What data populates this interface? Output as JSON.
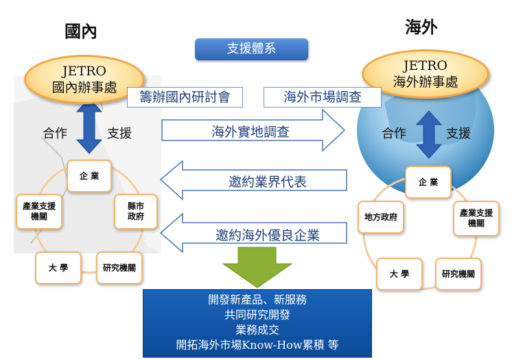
{
  "domestic": {
    "title": "國內",
    "jetro_line1": "JETRO",
    "jetro_line2": "國內辦事處",
    "cooperate": "合作",
    "support": "支援",
    "nodes": {
      "enterprise": "企 業",
      "local_gov_l1": "縣市",
      "local_gov_l2": "政府",
      "industry_support_l1": "產業支援",
      "industry_support_l2": "機關",
      "university": "大 學",
      "research": "研究機關"
    }
  },
  "overseas": {
    "title": "海外",
    "jetro_line1": "JETRO",
    "jetro_line2": "海外辦事處",
    "cooperate": "合作",
    "support": "支援",
    "nodes": {
      "enterprise": "企 業",
      "local_gov": "地方政府",
      "industry_support_l1": "產業支援",
      "industry_support_l2": "機關",
      "university": "大 學",
      "research": "研究機關"
    }
  },
  "support_system": "支援體系",
  "labels": {
    "seminar": "籌辦國內研討會",
    "market_survey": "海外市場調查"
  },
  "arrows": {
    "field_survey": "海外實地調查",
    "invite_industry": "邀約業界代表",
    "invite_companies": "邀約海外優良企業"
  },
  "results": [
    "開發新產品、新服務",
    "共同研究開發",
    "業務成交",
    "開拓海外市場Know-How累積 等"
  ],
  "colors": {
    "arrow_blue": "#2f63b5",
    "node_border": "#f3b36b",
    "result_bg": "#0b4a98",
    "green_arrow": "#8cb034"
  }
}
